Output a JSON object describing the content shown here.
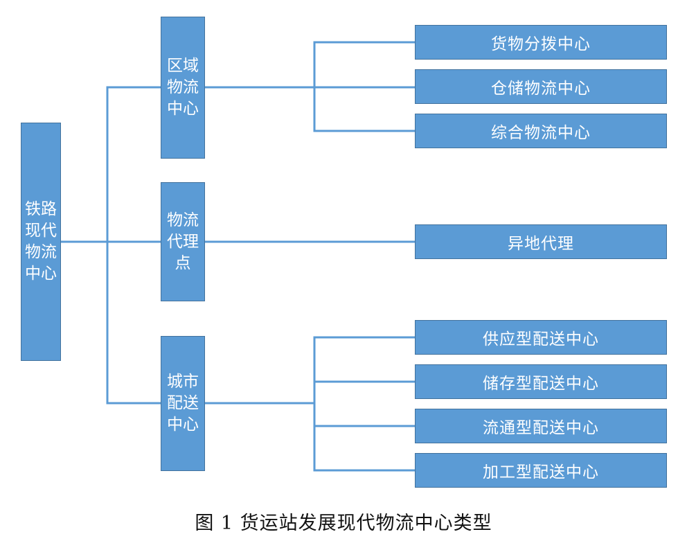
{
  "diagram": {
    "root": {
      "label": "铁路现代物流中心"
    },
    "categories": [
      {
        "label": "区域物流中心",
        "children": [
          "货物分拨中心",
          "仓储物流中心",
          "综合物流中心"
        ]
      },
      {
        "label": "物流代理点",
        "children": [
          "异地代理"
        ]
      },
      {
        "label": "城市配送中心",
        "children": [
          "供应型配送中心",
          "储存型配送中心",
          "流通型配送中心",
          "加工型配送中心"
        ]
      }
    ],
    "caption": "图 1 货运站发展现代物流中心类型",
    "colors": {
      "box_fill": "#5b9bd5",
      "box_border": "#41719c",
      "connector": "#5b9bd5",
      "box_text": "#ffffff",
      "caption_text": "#111111"
    }
  }
}
